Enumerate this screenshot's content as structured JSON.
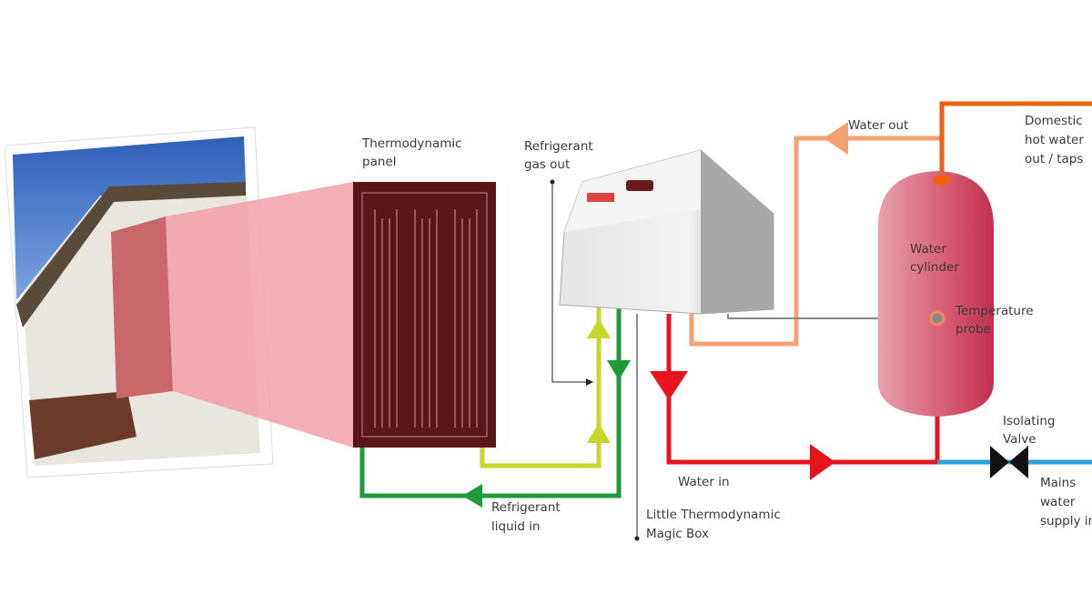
{
  "labels": {
    "panel": [
      "Thermodynamic",
      "panel"
    ],
    "gas_out": [
      "Refrigerant",
      "gas out"
    ],
    "water_out": "Water out",
    "domestic": [
      "Domestic",
      "hot water",
      "out / taps"
    ],
    "cylinder": [
      "Water",
      "cylinder"
    ],
    "probe": [
      "Temperature",
      "probe"
    ],
    "valve": [
      "Isolating",
      "Valve"
    ],
    "mains": [
      "Mains",
      "water",
      "supply in"
    ],
    "water_in": "Water in",
    "liquid_in": [
      "Refrigerant",
      "liquid in"
    ],
    "magic_box": [
      "Little Thermodynamic",
      "Magic Box"
    ]
  },
  "colors": {
    "refrigerant_gas": "#c8d62a",
    "refrigerant_liquid": "#1f9a3a",
    "cold_water": "#e8141c",
    "mains_water": "#2aa0dc",
    "warm_water_out": "#f5a070",
    "hot_water_taps": "#f06010",
    "panel": "#5a1616",
    "cylinder": "#d84a66"
  }
}
